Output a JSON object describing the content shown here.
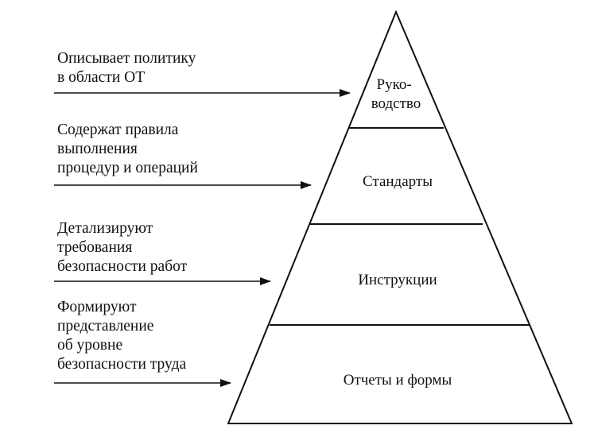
{
  "pyramid": {
    "levels": [
      {
        "label_lines": [
          "Руко-",
          "водство"
        ]
      },
      {
        "label_lines": [
          "Стандарты"
        ]
      },
      {
        "label_lines": [
          "Инструкции"
        ]
      },
      {
        "label_lines": [
          "Отчеты и формы"
        ]
      }
    ]
  },
  "annotations": [
    {
      "lines": [
        "Описывает политику",
        "в области ОТ"
      ]
    },
    {
      "lines": [
        "Содержат правила",
        "выполнения",
        "процедур и операций"
      ]
    },
    {
      "lines": [
        "Детализируют",
        "требования",
        "безопасности работ"
      ]
    },
    {
      "lines": [
        "Формируют",
        "представление",
        "об уровне",
        "безопасности труда"
      ]
    }
  ],
  "colors": {
    "ink": "#111111",
    "background": "#ffffff"
  }
}
